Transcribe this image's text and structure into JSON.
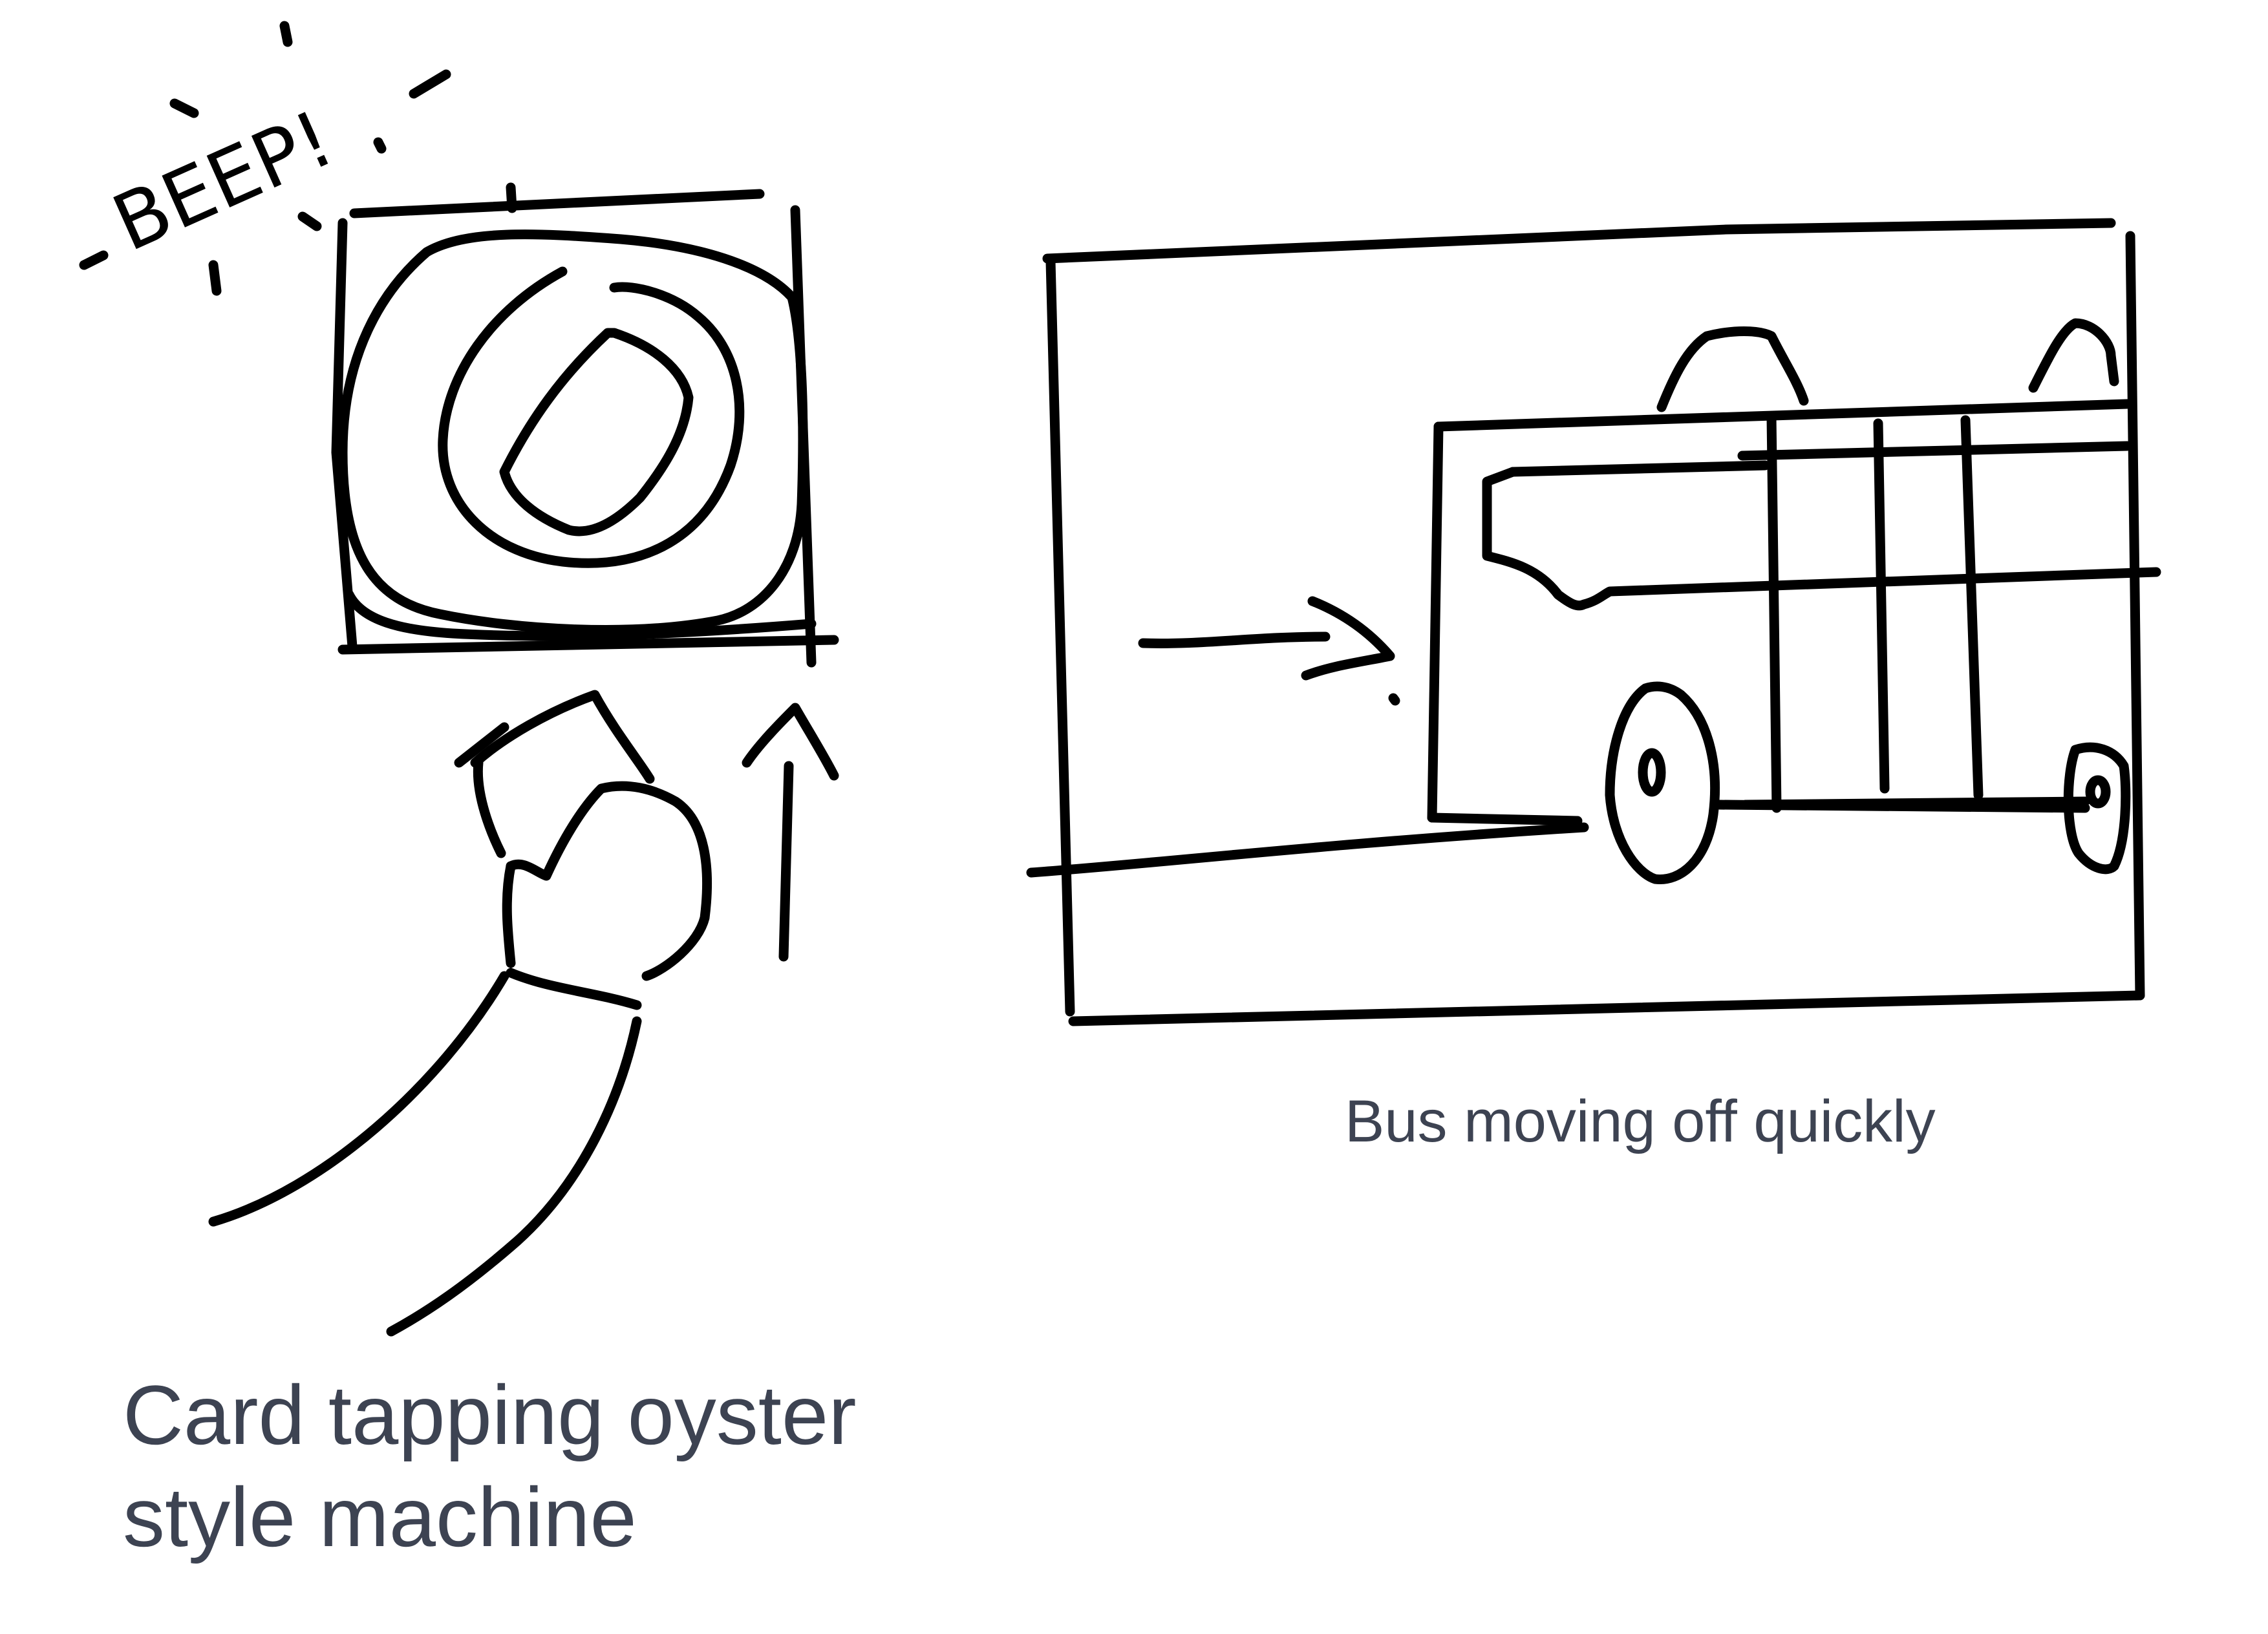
{
  "panels": [
    {
      "id": "card-tap",
      "caption": "Card tapping oyster\nstyle machine",
      "sound_effect": "BEEP!"
    },
    {
      "id": "bus",
      "caption": "Bus moving off quickly"
    }
  ],
  "colors": {
    "ink": "#000000",
    "caption_text": "#3d4352",
    "background": "#ffffff"
  }
}
